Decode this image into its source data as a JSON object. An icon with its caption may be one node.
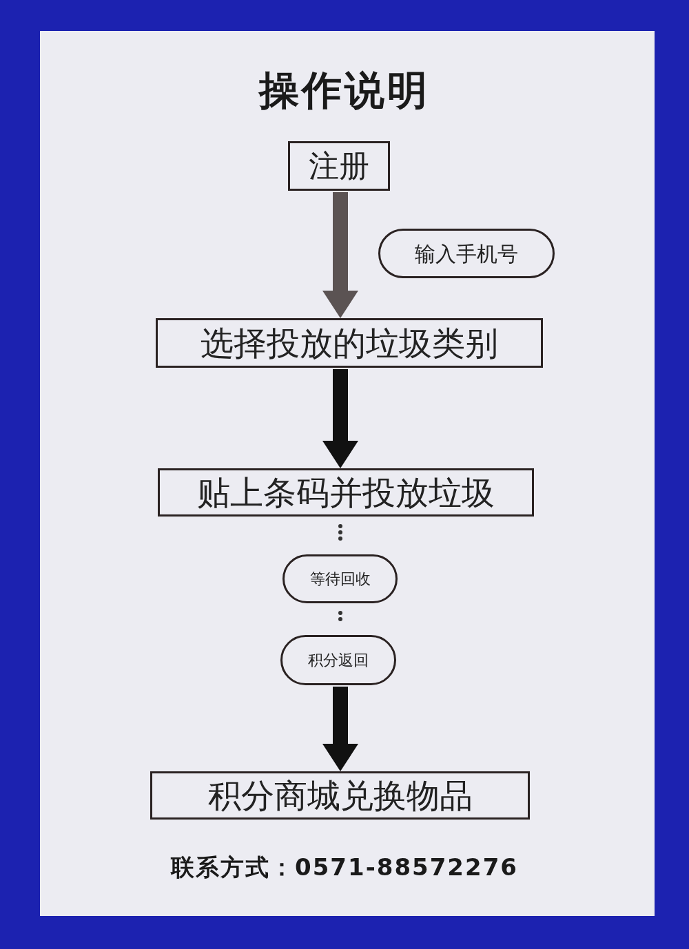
{
  "diagram": {
    "title": "操作说明",
    "nodes": [
      {
        "text": [
          "注册"
        ]
      },
      {
        "text": [
          "输入手机号"
        ]
      },
      {
        "text": [
          "选择投放的垃圾类别"
        ]
      },
      {
        "text": [
          "贴上条码并投放垃圾"
        ]
      },
      {
        "text": [
          "等待回收"
        ]
      },
      {
        "text": [
          "积分返回"
        ]
      },
      {
        "text": [
          "积分商城兑换物品"
        ]
      }
    ],
    "edges": [
      {
        "from": 0,
        "to": 2,
        "arrow": "to",
        "color": "#5b5353"
      },
      {
        "from": 2,
        "to": 3,
        "arrow": "to"
      },
      {
        "from": 3,
        "to": 4,
        "arrow": "none",
        "style": "dashed"
      },
      {
        "from": 4,
        "to": 5,
        "arrow": "none",
        "style": "dashed"
      },
      {
        "from": 5,
        "to": 6,
        "arrow": "to"
      }
    ],
    "labels": [
      "联系方式：0571-88572276"
    ]
  }
}
